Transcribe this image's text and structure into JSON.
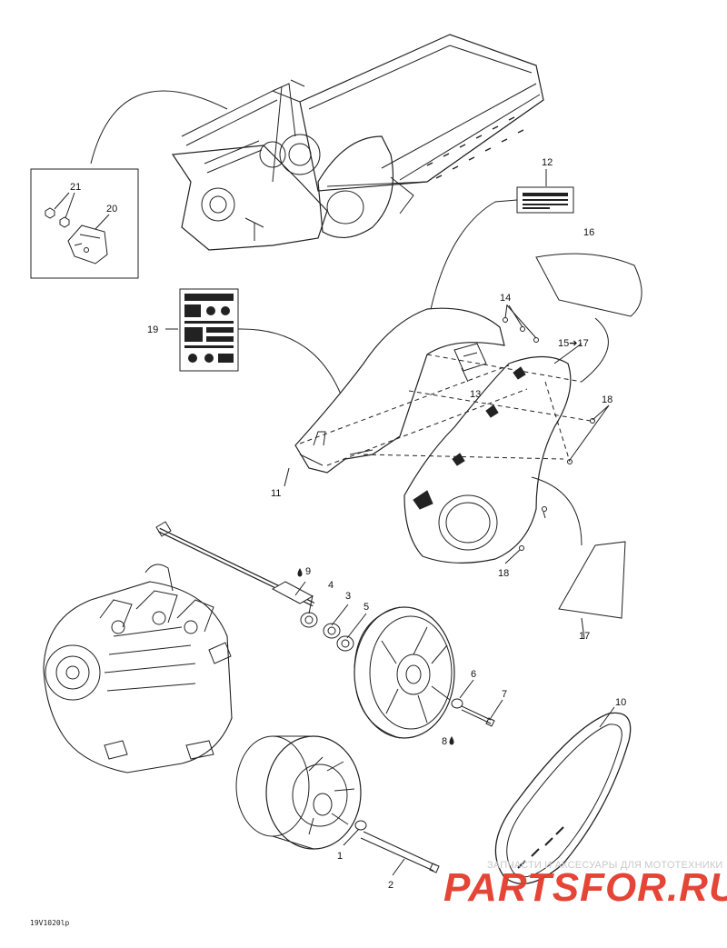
{
  "diagram_code": "19V1020lp",
  "watermark": {
    "tagline": "ЗАПЧАСТИ И АКСЕСУАРЫ ДЛЯ МОТОТЕХНИКИ",
    "logo": "PARTSFOR.RU"
  },
  "callouts": {
    "c1": "1",
    "c2": "2",
    "c3": "3",
    "c4": "4",
    "c5": "5",
    "c6": "6",
    "c7": "7",
    "c8": "8",
    "c9": "9",
    "c10": "10",
    "c11": "11",
    "c12": "12",
    "c13": "13",
    "c14": "14",
    "c15": "15➔17",
    "c16": "16",
    "c17": "17",
    "c18a": "18",
    "c18b": "18",
    "c19": "19",
    "c20": "20",
    "c21": "21"
  },
  "colors": {
    "line": "#222222",
    "watermark_red": "#e43c2d",
    "watermark_gray": "#c9c9c9"
  }
}
